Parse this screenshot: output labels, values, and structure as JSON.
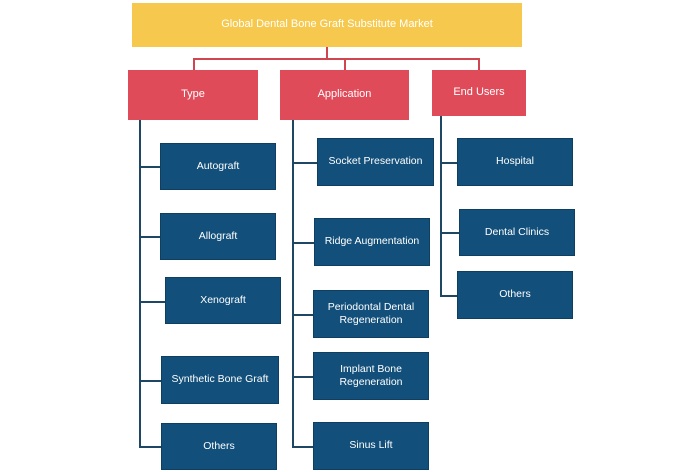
{
  "root": {
    "label": "Global Dental Bone Graft Substitute Market"
  },
  "categories": [
    {
      "label": "Type",
      "items": [
        "Autograft",
        "Allograft",
        "Xenograft",
        "Synthetic Bone Graft",
        "Others"
      ]
    },
    {
      "label": "Application",
      "items": [
        "Socket Preservation",
        "Ridge Augmentation",
        "Periodontal Dental Regeneration",
        "Implant Bone Regeneration",
        "Sinus Lift"
      ]
    },
    {
      "label": "End Users",
      "items": [
        "Hospital",
        "Dental Clinics",
        "Others"
      ]
    }
  ],
  "colors": {
    "root": "#f6c94e",
    "category": "#e04b5a",
    "leaf": "#124f7a",
    "connector_top": "#d0454f",
    "connector_branch": "#1d4763"
  }
}
